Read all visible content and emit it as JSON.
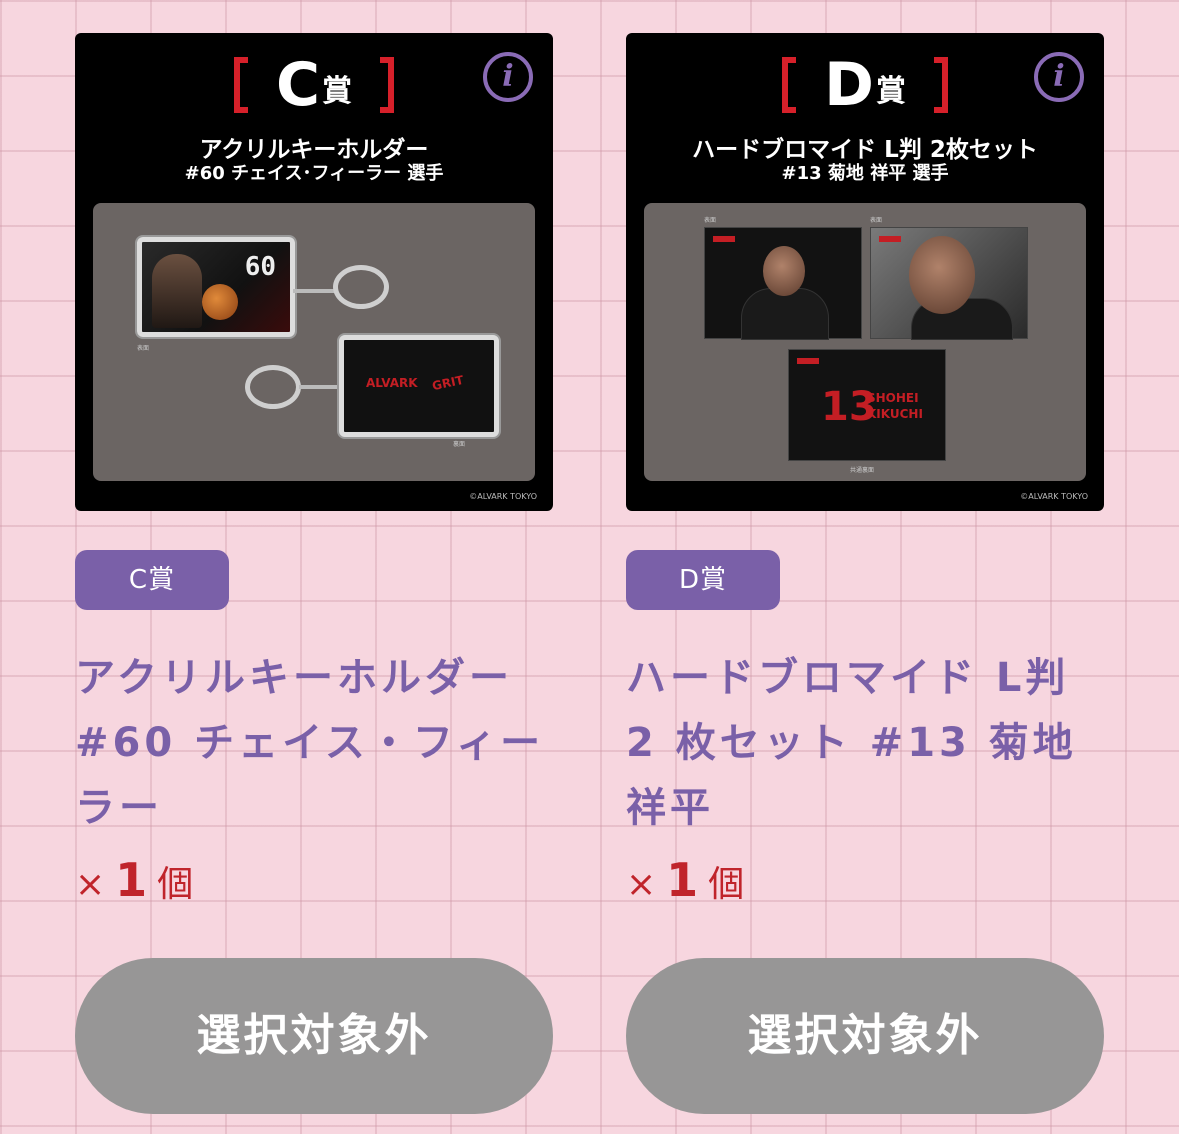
{
  "prizes": [
    {
      "image": {
        "prize_letter": "C",
        "prize_kanji": "賞",
        "title_line1": "アクリルキーホルダー",
        "title_line2": "#60 チェイス･フィーラー 選手",
        "copyright": "©ALVARK TOKYO"
      },
      "tag": "C賞",
      "title": "アクリルキーホルダー #60 チェイス・フィーラー",
      "quantity": {
        "prefix": "×",
        "value": "1",
        "unit": "個"
      },
      "button_label": "選択対象外"
    },
    {
      "image": {
        "prize_letter": "D",
        "prize_kanji": "賞",
        "title_line1": "ハードブロマイド L判 2枚セット",
        "title_line2": "#13 菊地 祥平 選手",
        "copyright": "©ALVARK TOKYO"
      },
      "tag": "D賞",
      "title": "ハードブロマイド L判 2 枚セット #13 菊地 祥平",
      "quantity": {
        "prefix": "×",
        "value": "1",
        "unit": "個"
      },
      "button_label": "選択対象外"
    }
  ],
  "colors": {
    "background": "#f7d6df",
    "accent_purple": "#7a60a8",
    "quantity_red": "#c0242b",
    "disabled_button": "#979696"
  },
  "icons": {
    "info": "info-icon"
  }
}
